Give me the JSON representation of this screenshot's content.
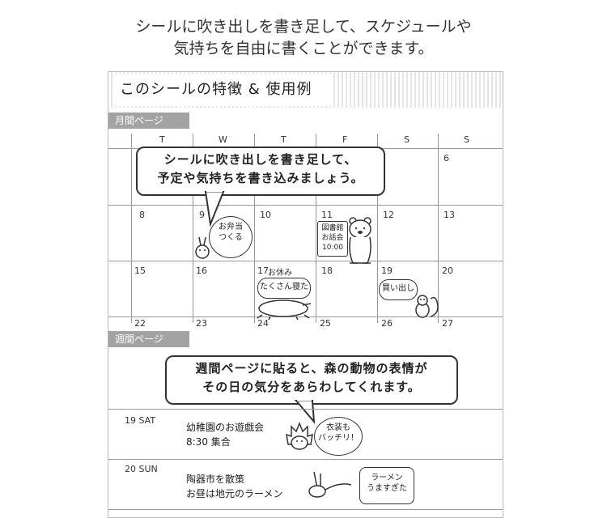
{
  "intro": {
    "line1": "シールに吹き出しを書き足して、スケジュールや",
    "line2": "気持ちを自由に書くことができます。"
  },
  "panel": {
    "title": "このシールの特徴 & 使用例",
    "monthly_tag": "月間ページ",
    "weekly_tag": "週間ページ"
  },
  "calendar": {
    "weekdays": [
      "T",
      "W",
      "T",
      "F",
      "S",
      "S"
    ],
    "row1": [
      "",
      "",
      "",
      "",
      "",
      "6"
    ],
    "row2": [
      "8",
      "9",
      "10",
      "11",
      "12",
      "13"
    ],
    "row3": [
      "15",
      "16",
      "17",
      "18",
      "19",
      "20"
    ],
    "row4": [
      "22",
      "23",
      "24",
      "25",
      "26",
      "27"
    ],
    "callout": [
      "シールに吹き出しを書き足して、",
      "予定や気持ちを書き込みましょう。"
    ],
    "bento_bubble": [
      "お弁当",
      "つくる"
    ],
    "library_sign": [
      "図書館",
      "お話会",
      "10:00"
    ],
    "holiday_note": "お休み",
    "slept_bubble": "たくさん寝た",
    "shopping_bubble": "買い出し"
  },
  "weekly": {
    "callout": [
      "週間ページに貼ると、森の動物の表情が",
      "その日の気分をあらわしてくれます。"
    ],
    "day1": {
      "date": "19 SAT",
      "text": [
        "幼稚園のお遊戯会",
        "8:30 集合"
      ],
      "bubble": [
        "衣装も",
        "バッチリ！"
      ]
    },
    "day2": {
      "date": "20 SUN",
      "text": [
        "陶器市を散策",
        "お昼は地元のラーメン"
      ],
      "bubble": [
        "ラーメン",
        "うますぎた"
      ]
    }
  }
}
